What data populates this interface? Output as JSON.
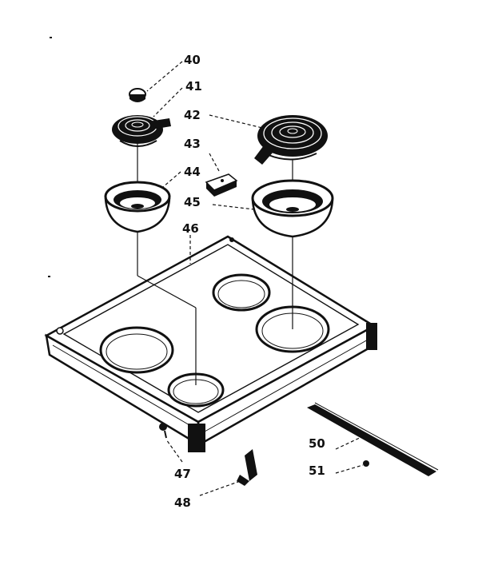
{
  "diagram": {
    "colors": {
      "ink": "#111111",
      "background": "#ffffff"
    },
    "parts": [
      {
        "number": "40",
        "name": "knob-cap"
      },
      {
        "number": "41",
        "name": "small-element-receptacle"
      },
      {
        "number": "42",
        "name": "large-surface-element"
      },
      {
        "number": "43",
        "name": "terminal-block"
      },
      {
        "number": "44",
        "name": "small-drip-pan"
      },
      {
        "number": "45",
        "name": "large-drip-pan"
      },
      {
        "number": "46",
        "name": "cooktop-frame"
      },
      {
        "number": "47",
        "name": "screw"
      },
      {
        "number": "48",
        "name": "hinge-bracket"
      },
      {
        "number": "50",
        "name": "trim-strip"
      },
      {
        "number": "51",
        "name": "screw"
      }
    ]
  }
}
